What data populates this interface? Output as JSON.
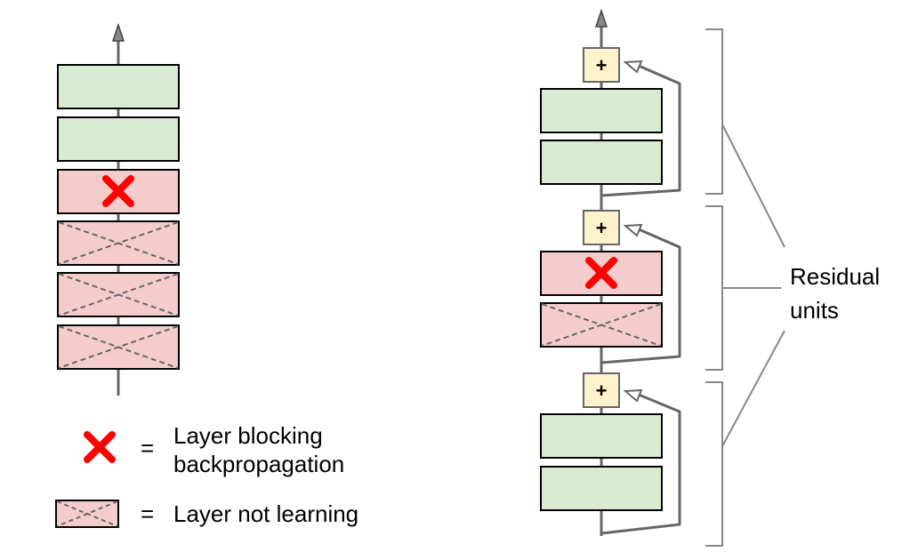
{
  "colors": {
    "learning_layer_fill": "#d9ead3",
    "blocked_layer_fill": "#f4cccc",
    "sum_node_fill": "#fff2cc",
    "line_color": "#666666",
    "cross_color": "#ff0000",
    "stroke_color": "#000000"
  },
  "icons": {
    "blocking_marker": "red-x-icon",
    "not_learning_marker": "dashed-x-icon"
  },
  "left_stack": {
    "layers": [
      "learning",
      "learning",
      "blocking",
      "not-learning",
      "not-learning",
      "not-learning"
    ]
  },
  "right_stack": {
    "units": [
      {
        "sum_symbol": "+",
        "layers": [
          "learning",
          "learning"
        ]
      },
      {
        "sum_symbol": "+",
        "layers": [
          "blocking",
          "not-learning"
        ]
      },
      {
        "sum_symbol": "+",
        "layers": [
          "learning",
          "learning"
        ]
      }
    ]
  },
  "legend": {
    "blocking_equals": "=",
    "blocking_line1": "Layer blocking",
    "blocking_line2": "backpropagation",
    "not_learning_equals": "=",
    "not_learning_label": "Layer not learning"
  },
  "callout": {
    "line1": "Residual",
    "line2": "units"
  }
}
